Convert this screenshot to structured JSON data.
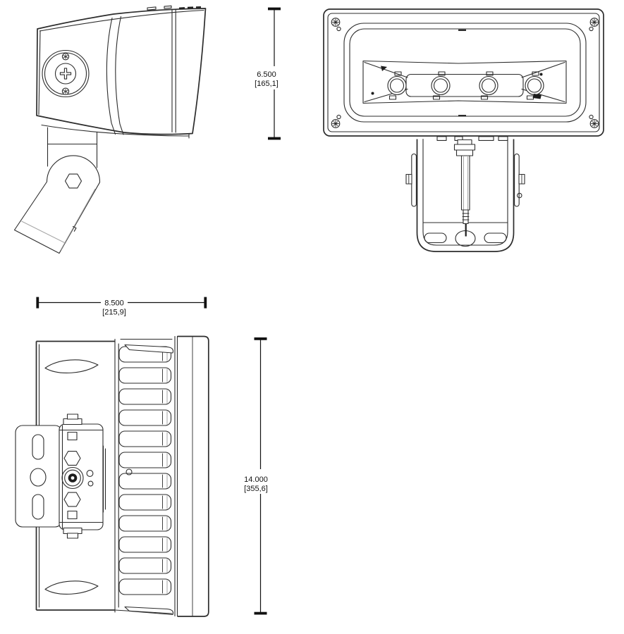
{
  "palette": {
    "background": "#ffffff",
    "line": "#2c2c2c",
    "shade": "#a6a6a6",
    "dimension_text": "#111111"
  },
  "drawing": {
    "type": "luminaire dimensional drawing",
    "led_count_front_view": 4,
    "fin_count_profile_view": 12
  },
  "dimensions": {
    "front_height": {
      "inches": "6.500",
      "millimeters": "[165,1]",
      "orientation": "vertical"
    },
    "profile_width": {
      "inches": "8.500",
      "millimeters": "[215,9]",
      "orientation": "horizontal"
    },
    "profile_height": {
      "inches": "14.000",
      "millimeters": "[355,6]",
      "orientation": "vertical"
    }
  }
}
